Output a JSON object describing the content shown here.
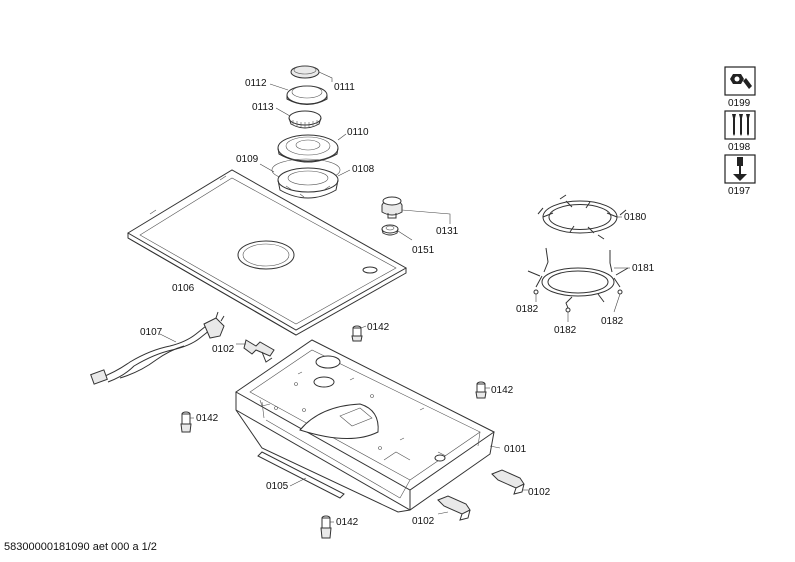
{
  "callouts": {
    "c0111": "0111",
    "c0112": "0112",
    "c0113": "0113",
    "c0110": "0110",
    "c0109": "0109",
    "c0108": "0108",
    "c0131": "0131",
    "c0151": "0151",
    "c0180": "0180",
    "c0181": "0181",
    "c0182a": "0182",
    "c0182b": "0182",
    "c0182c": "0182",
    "c0106": "0106",
    "c0107": "0107",
    "c0102a": "0102",
    "c0142a": "0142",
    "c0142b": "0142",
    "c0142c": "0142",
    "c0142d": "0142",
    "c0101": "0101",
    "c0105": "0105",
    "c0102b": "0102",
    "c0102c": "0102"
  },
  "tools": {
    "t0199": "0199",
    "t0198": "0198",
    "t0197": "0197"
  },
  "footer": {
    "doc_ref": "58300000181090 aet 000 a 1/2"
  }
}
